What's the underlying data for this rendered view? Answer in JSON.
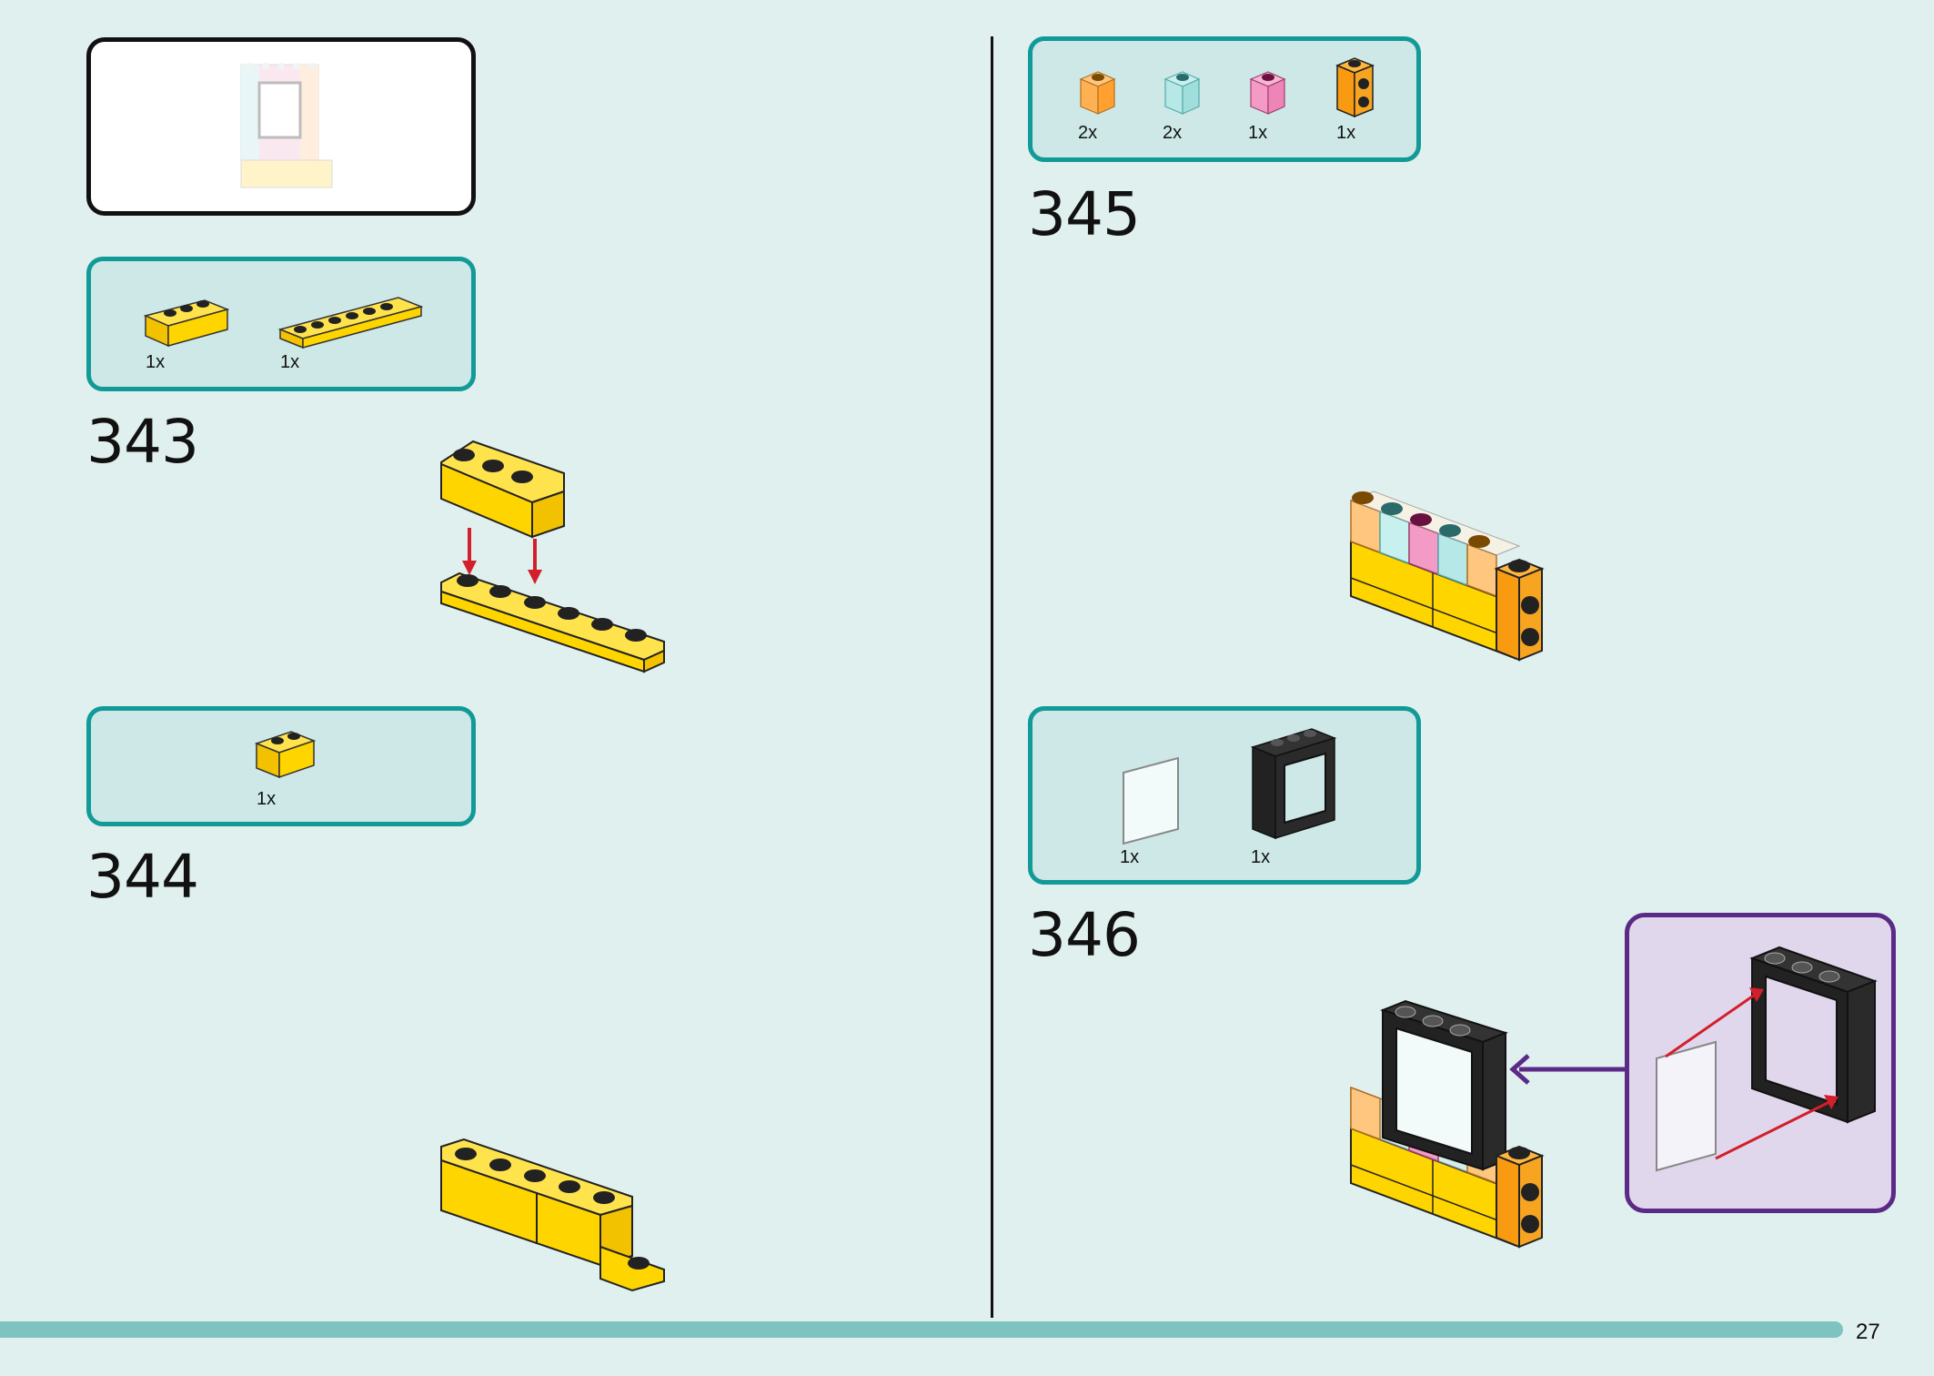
{
  "page_number": "27",
  "steps": [
    {
      "number": "343",
      "parts": [
        {
          "qty": "1x",
          "icon": "yellow-brick-1x3"
        },
        {
          "qty": "1x",
          "icon": "yellow-plate-1x6"
        }
      ]
    },
    {
      "number": "344",
      "parts": [
        {
          "qty": "1x",
          "icon": "yellow-brick-1x2"
        }
      ]
    },
    {
      "number": "345",
      "parts": [
        {
          "qty": "2x",
          "icon": "trans-orange-brick-1x1"
        },
        {
          "qty": "2x",
          "icon": "trans-light-blue-brick-1x1"
        },
        {
          "qty": "1x",
          "icon": "trans-pink-brick-1x1"
        },
        {
          "qty": "1x",
          "icon": "orange-brick-1x1-side-studs"
        }
      ]
    },
    {
      "number": "346",
      "parts": [
        {
          "qty": "1x",
          "icon": "trans-clear-glass-pane"
        },
        {
          "qty": "1x",
          "icon": "black-window-frame-1x2x2"
        }
      ]
    }
  ],
  "colors": {
    "background": "#e0f0ee",
    "parts_box_fill": "#cde8e6",
    "parts_box_border": "#119a97",
    "callout_border": "#5b2a86",
    "callout_fill": "#e1d7ec",
    "brick_yellow": "#ffd500",
    "arrow_red": "#d21f2b"
  }
}
